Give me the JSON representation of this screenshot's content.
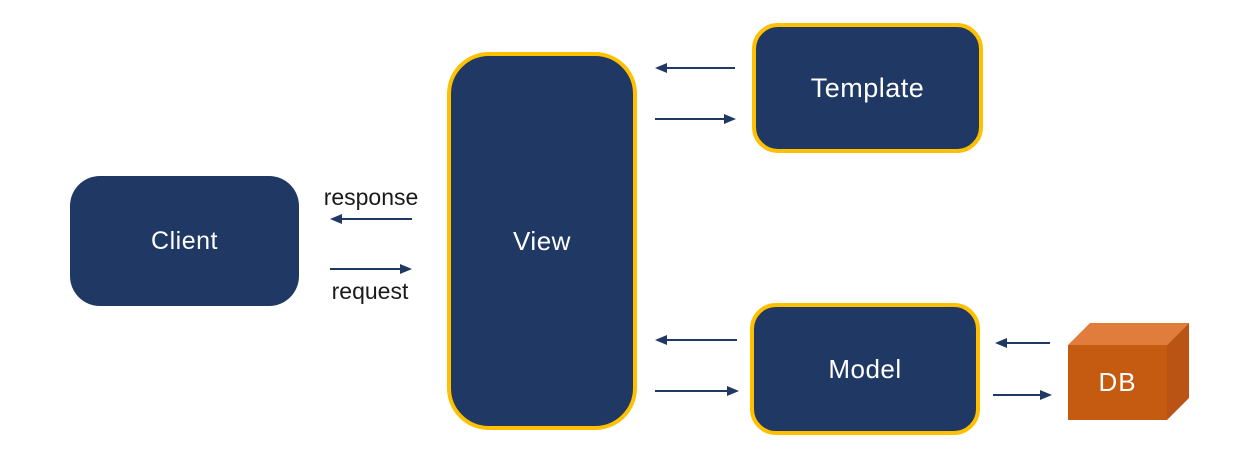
{
  "diagram": {
    "title_hint": "MTV architecture diagram",
    "colors": {
      "background": "#ffffff",
      "box_fill": "#1F3864",
      "box_border": "#FFC000",
      "box_text": "#ffffff",
      "arrow": "#1F3864",
      "edge_label_text": "#1a1a1a",
      "cube_front": "#C55A11",
      "cube_top": "#E07D3C",
      "cube_right": "#B95414"
    },
    "nodes": {
      "client": {
        "label": "Client"
      },
      "view": {
        "label": "View"
      },
      "template": {
        "label": "Template"
      },
      "model": {
        "label": "Model"
      },
      "db": {
        "label": "DB"
      }
    },
    "edges": {
      "response_label": "response",
      "request_label": "request"
    }
  }
}
